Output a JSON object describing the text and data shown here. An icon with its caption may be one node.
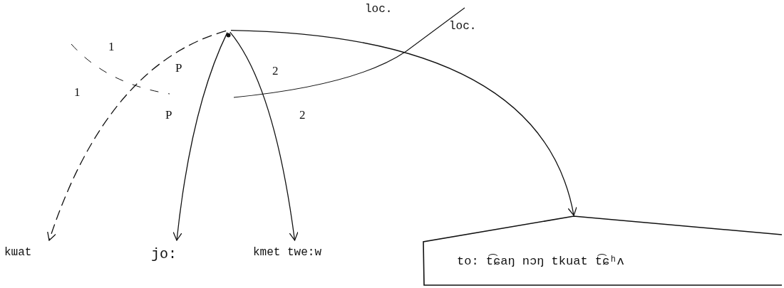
{
  "diagram": {
    "nodes": [
      {
        "text": [],
        "shape": "circle"
      },
      {
        "text": [
          "kɯat"
        ]
      },
      {
        "text": [
          "jo:"
        ]
      },
      {
        "text": [
          "kmet twe:w"
        ]
      },
      {
        "text": [
          "to: t͡ɕaŋ nɔŋ tkuat t͡ɕʰʌ"
        ]
      }
    ],
    "edges": [
      {
        "from": 0,
        "to": 1,
        "arrow": "to",
        "style": "dashed"
      },
      {
        "from": 0,
        "to": 2,
        "arrow": "to"
      },
      {
        "from": 0,
        "to": 3,
        "arrow": "to"
      },
      {
        "from": 0,
        "to": 4,
        "arrow": "to"
      }
    ],
    "labels": [
      "loc.",
      "loc.",
      "1",
      "P",
      "2",
      "1",
      "P",
      "2"
    ]
  }
}
